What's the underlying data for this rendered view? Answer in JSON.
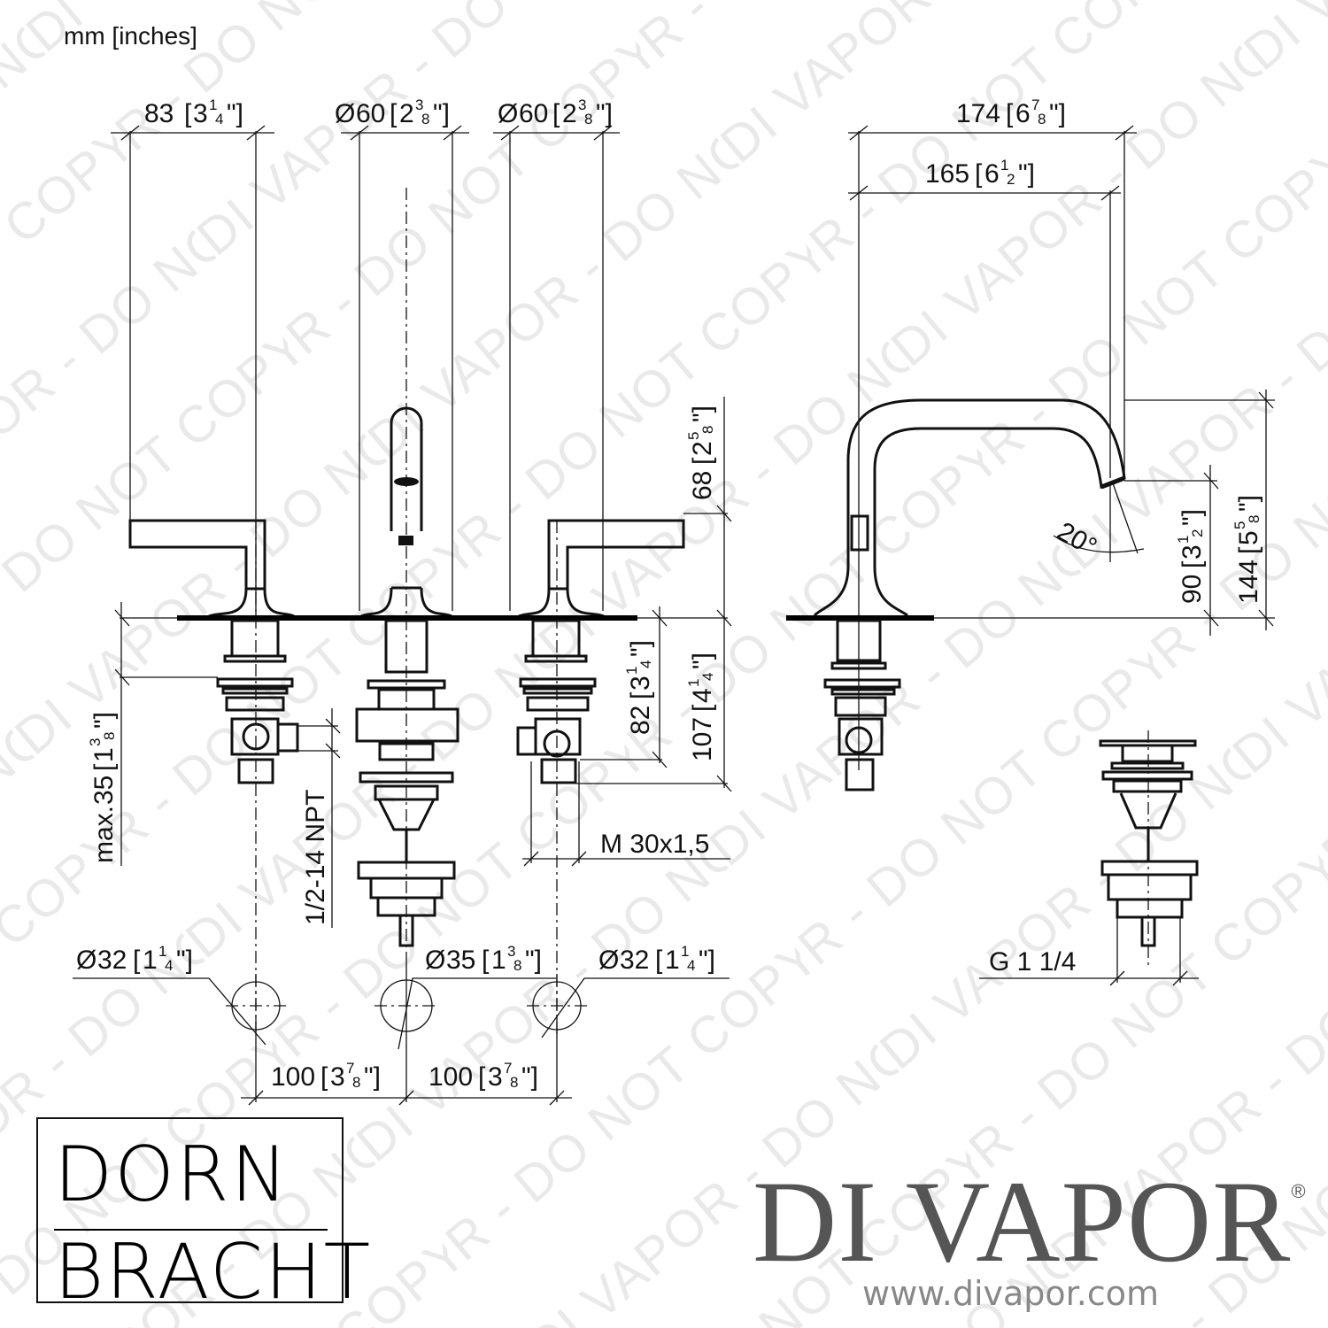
{
  "units_label": "mm [inches]",
  "watermark": "DI VAPOR - DO NOT COPY - © COPYRIGHT DI VAPOR ®",
  "front_view": {
    "handle_width": {
      "mm": "83",
      "in_whole": "3",
      "in_num": "1",
      "in_den": "4"
    },
    "spout_diameter": {
      "prefix": "Ø",
      "mm": "60",
      "in_whole": "2",
      "in_num": "3",
      "in_den": "8"
    },
    "handle_diameter": {
      "prefix": "Ø",
      "mm": "60",
      "in_whole": "2",
      "in_num": "3",
      "in_den": "8"
    },
    "handle_height": {
      "mm": "68",
      "in_whole": "2",
      "in_num": "5",
      "in_den": "8"
    },
    "valve_depth": {
      "mm": "82",
      "in_whole": "3",
      "in_num": "1",
      "in_den": "4"
    },
    "total_depth": {
      "mm": "107",
      "in_whole": "4",
      "in_num": "1",
      "in_den": "4"
    },
    "max_deck": {
      "prefix": "max.",
      "mm": "35",
      "in_whole": "1",
      "in_num": "3",
      "in_den": "8"
    },
    "npt_label": "1/2-14 NPT",
    "thread_label": "M 30x1,5"
  },
  "hole_plan": {
    "left_hole": {
      "prefix": "Ø",
      "mm": "32",
      "in_whole": "1",
      "in_num": "1",
      "in_den": "4"
    },
    "center_hole": {
      "prefix": "Ø",
      "mm": "35",
      "in_whole": "1",
      "in_num": "3",
      "in_den": "8"
    },
    "right_hole": {
      "prefix": "Ø",
      "mm": "32",
      "in_whole": "1",
      "in_num": "1",
      "in_den": "4"
    },
    "spacing_left": {
      "mm": "100",
      "in_whole": "3",
      "in_num": "7",
      "in_den": "8"
    },
    "spacing_right": {
      "mm": "100",
      "in_whole": "3",
      "in_num": "7",
      "in_den": "8"
    }
  },
  "side_view": {
    "projection_total": {
      "mm": "174",
      "in_whole": "6",
      "in_num": "7",
      "in_den": "8"
    },
    "projection_outlet": {
      "mm": "165",
      "in_whole": "6",
      "in_num": "1",
      "in_den": "2"
    },
    "spout_angle": "20°",
    "outlet_height": {
      "mm": "90",
      "in_whole": "3",
      "in_num": "1",
      "in_den": "2"
    },
    "spout_height": {
      "mm": "144",
      "in_whole": "5",
      "in_num": "5",
      "in_den": "8"
    }
  },
  "drain": {
    "thread_label": "G 1 1/4"
  },
  "brands": {
    "manufacturer_line1": "DORN",
    "manufacturer_line2": "BRACHT",
    "retailer_name": "DI VAPOR",
    "retailer_registered": "®",
    "retailer_url": "www.divapor.com"
  }
}
